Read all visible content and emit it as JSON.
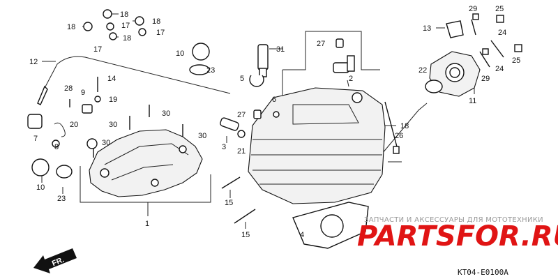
{
  "diagram": {
    "code": "KT04-E0100A",
    "front_label": "FR."
  },
  "watermark": {
    "tagline": "ЗАПЧАСТИ И АКСЕССУАРЫ ДЛЯ МОТОТЕХНИКИ",
    "logo": "PARTSFOR.RU"
  },
  "callouts": [
    {
      "id": "c-18a",
      "label": "18"
    },
    {
      "id": "c-18b",
      "label": "18"
    },
    {
      "id": "c-18c",
      "label": "18"
    },
    {
      "id": "c-18d",
      "label": "18"
    },
    {
      "id": "c-17a",
      "label": "17"
    },
    {
      "id": "c-17b",
      "label": "17"
    },
    {
      "id": "c-17c",
      "label": "17"
    },
    {
      "id": "c-12",
      "label": "12"
    },
    {
      "id": "c-14",
      "label": "14"
    },
    {
      "id": "c-28a",
      "label": "28"
    },
    {
      "id": "c-9",
      "label": "9"
    },
    {
      "id": "c-19",
      "label": "19"
    },
    {
      "id": "c-30a",
      "label": "30"
    },
    {
      "id": "c-30b",
      "label": "30"
    },
    {
      "id": "c-30c",
      "label": "30"
    },
    {
      "id": "c-30d",
      "label": "30"
    },
    {
      "id": "c-7",
      "label": "7"
    },
    {
      "id": "c-20",
      "label": "20"
    },
    {
      "id": "c-8",
      "label": "8"
    },
    {
      "id": "c-10a",
      "label": "10"
    },
    {
      "id": "c-10b",
      "label": "10"
    },
    {
      "id": "c-23a",
      "label": "23"
    },
    {
      "id": "c-23b",
      "label": "23"
    },
    {
      "id": "c-1",
      "label": "1"
    },
    {
      "id": "c-31",
      "label": "31"
    },
    {
      "id": "c-5",
      "label": "5"
    },
    {
      "id": "c-27a",
      "label": "27"
    },
    {
      "id": "c-27b",
      "label": "27"
    },
    {
      "id": "c-2",
      "label": "2"
    },
    {
      "id": "c-6",
      "label": "6"
    },
    {
      "id": "c-3",
      "label": "3"
    },
    {
      "id": "c-21",
      "label": "21"
    },
    {
      "id": "c-15a",
      "label": "15"
    },
    {
      "id": "c-15b",
      "label": "15"
    },
    {
      "id": "c-4",
      "label": "4"
    },
    {
      "id": "c-13",
      "label": "13"
    },
    {
      "id": "c-29a",
      "label": "29"
    },
    {
      "id": "c-29b",
      "label": "29"
    },
    {
      "id": "c-25a",
      "label": "25"
    },
    {
      "id": "c-25b",
      "label": "25"
    },
    {
      "id": "c-24a",
      "label": "24"
    },
    {
      "id": "c-24b",
      "label": "24"
    },
    {
      "id": "c-22",
      "label": "22"
    },
    {
      "id": "c-11",
      "label": "11"
    },
    {
      "id": "c-18e",
      "label": "18"
    },
    {
      "id": "c-26",
      "label": "26"
    }
  ]
}
